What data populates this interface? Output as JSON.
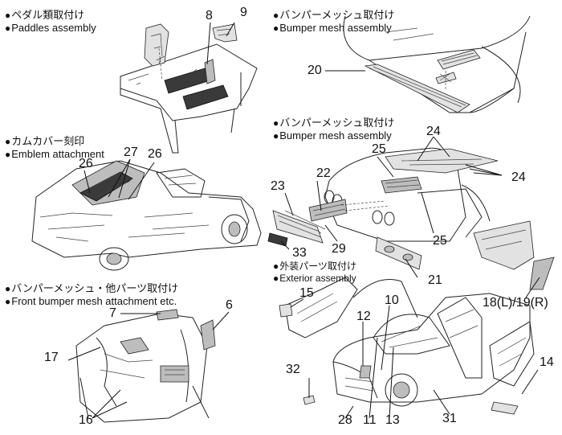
{
  "sections": [
    {
      "jp": "ペダル類取付け",
      "en": "Paddles assembly"
    },
    {
      "jp": "バンパーメッシュ取付け",
      "en": "Bumper mesh assembly"
    },
    {
      "jp": "カムカバー刻印",
      "en": "Emblem attachment"
    },
    {
      "jp": "バンパーメッシュ取付け",
      "en": "Bumper mesh assembly"
    },
    {
      "jp": "バンパーメッシュ・他パーツ取付け",
      "en": "Front bumper mesh attachment  etc."
    },
    {
      "jp": "外装パーツ取付け",
      "en": "Exterior assembly"
    }
  ],
  "bullet": "●",
  "parts": {
    "p6": "6",
    "p7": "7",
    "p8": "8",
    "p9": "9",
    "p10": "10",
    "p11": "11",
    "p12": "12",
    "p13": "13",
    "p14": "14",
    "p15": "15",
    "p16": "16",
    "p17": "17",
    "p18_19": "18(L)/19(R)",
    "p20": "20",
    "p21": "21",
    "p22": "22",
    "p23": "23",
    "p24a": "24",
    "p24b": "24",
    "p25a": "25",
    "p25b": "25",
    "p26a": "26",
    "p26b": "26",
    "p27": "27",
    "p28": "28",
    "p29": "29",
    "p31": "31",
    "p32": "32",
    "p33": "33"
  }
}
